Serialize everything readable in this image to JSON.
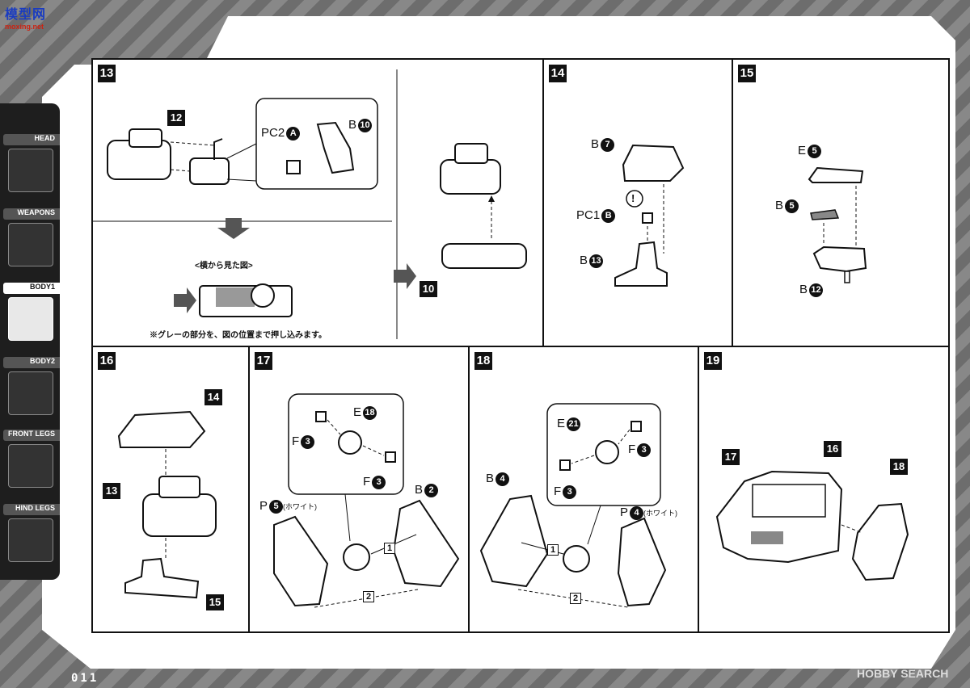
{
  "site_logo": {
    "text": "模型网",
    "sub": "moxing.net"
  },
  "page_number": "011",
  "watermark": "HOBBY SEARCH",
  "tabs": [
    {
      "label": "HEAD"
    },
    {
      "label": "WEAPONS"
    },
    {
      "label": "BODY1",
      "active": true
    },
    {
      "label": "BODY2"
    },
    {
      "label": "FRONT LEGS"
    },
    {
      "label": "HIND LEGS"
    }
  ],
  "steps": {
    "s13": {
      "num": "13",
      "part12": "12",
      "pc2": "PC2",
      "pc2_letter": "A",
      "b": "B",
      "b_num": "10",
      "side_view": "<横から見た図>",
      "note": "※グレーの部分を、図の位置まで押し込みます。",
      "part10": "10"
    },
    "s14": {
      "num": "14",
      "b1": "B",
      "b1_num": "7",
      "pc1": "PC1",
      "pc1_letter": "B",
      "b2": "B",
      "b2_num": "13",
      "warn": "!"
    },
    "s15": {
      "num": "15",
      "e": "E",
      "e_num": "5",
      "b1": "B",
      "b1_num": "5",
      "b2": "B",
      "b2_num": "12"
    },
    "s16": {
      "num": "16",
      "p14": "14",
      "p13": "13",
      "p15": "15"
    },
    "s17": {
      "num": "17",
      "e": "E",
      "e_num": "18",
      "f1": "F",
      "f1_num": "3",
      "f2": "F",
      "f2_num": "3",
      "p": "P",
      "p_num": "5",
      "white": "(ホワイト)",
      "b": "B",
      "b_num": "2",
      "step1": "1",
      "step2": "2"
    },
    "s18": {
      "num": "18",
      "e": "E",
      "e_num": "21",
      "f1": "F",
      "f1_num": "3",
      "f2": "F",
      "f2_num": "3",
      "p": "P",
      "p_num": "4",
      "white": "(ホワイト)",
      "b": "B",
      "b_num": "4",
      "step1": "1",
      "step2": "2"
    },
    "s19": {
      "num": "19",
      "p17": "17",
      "p16": "16",
      "p18": "18"
    }
  }
}
